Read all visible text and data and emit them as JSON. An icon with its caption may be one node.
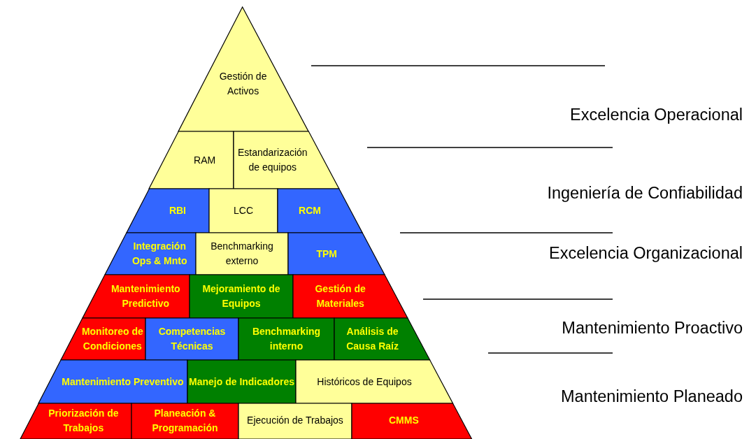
{
  "diagram": {
    "nodes": [
      {
        "text": [
          "Gestión de Activos"
        ]
      },
      {
        "text": [
          "RAM"
        ]
      },
      {
        "text": [
          "Estandarización de equipos"
        ]
      },
      {
        "text": [
          "RBI"
        ]
      },
      {
        "text": [
          "LCC"
        ]
      },
      {
        "text": [
          "RCM"
        ]
      },
      {
        "text": [
          "Integración Ops & Mnto"
        ]
      },
      {
        "text": [
          "Benchmarking externo"
        ]
      },
      {
        "text": [
          "TPM"
        ]
      },
      {
        "text": [
          "Mantenimiento Predictivo"
        ]
      },
      {
        "text": [
          "Mejoramiento de Equipos"
        ]
      },
      {
        "text": [
          "Gestión de Materiales"
        ]
      },
      {
        "text": [
          "Monitoreo de Condiciones"
        ]
      },
      {
        "text": [
          "Competencias Técnicas"
        ]
      },
      {
        "text": [
          "Benchmarking interno"
        ]
      },
      {
        "text": [
          "Análisis de Causa Raíz"
        ]
      },
      {
        "text": [
          "Mantenimiento Preventivo"
        ]
      },
      {
        "text": [
          "Manejo de Indicadores"
        ]
      },
      {
        "text": [
          "Históricos de Equipos"
        ]
      },
      {
        "text": [
          "Priorización de Trabajos"
        ]
      },
      {
        "text": [
          "Planeación & Programación"
        ]
      },
      {
        "text": [
          "Ejecución de Trabajos"
        ]
      },
      {
        "text": [
          "CMMS"
        ]
      }
    ],
    "labels": [
      "Excelencia Operacional",
      "Ingeniería de Confiabilidad",
      "Excelencia Organizacional",
      "Mantenimiento Proactivo",
      "Mantenimiento Planeado"
    ]
  }
}
